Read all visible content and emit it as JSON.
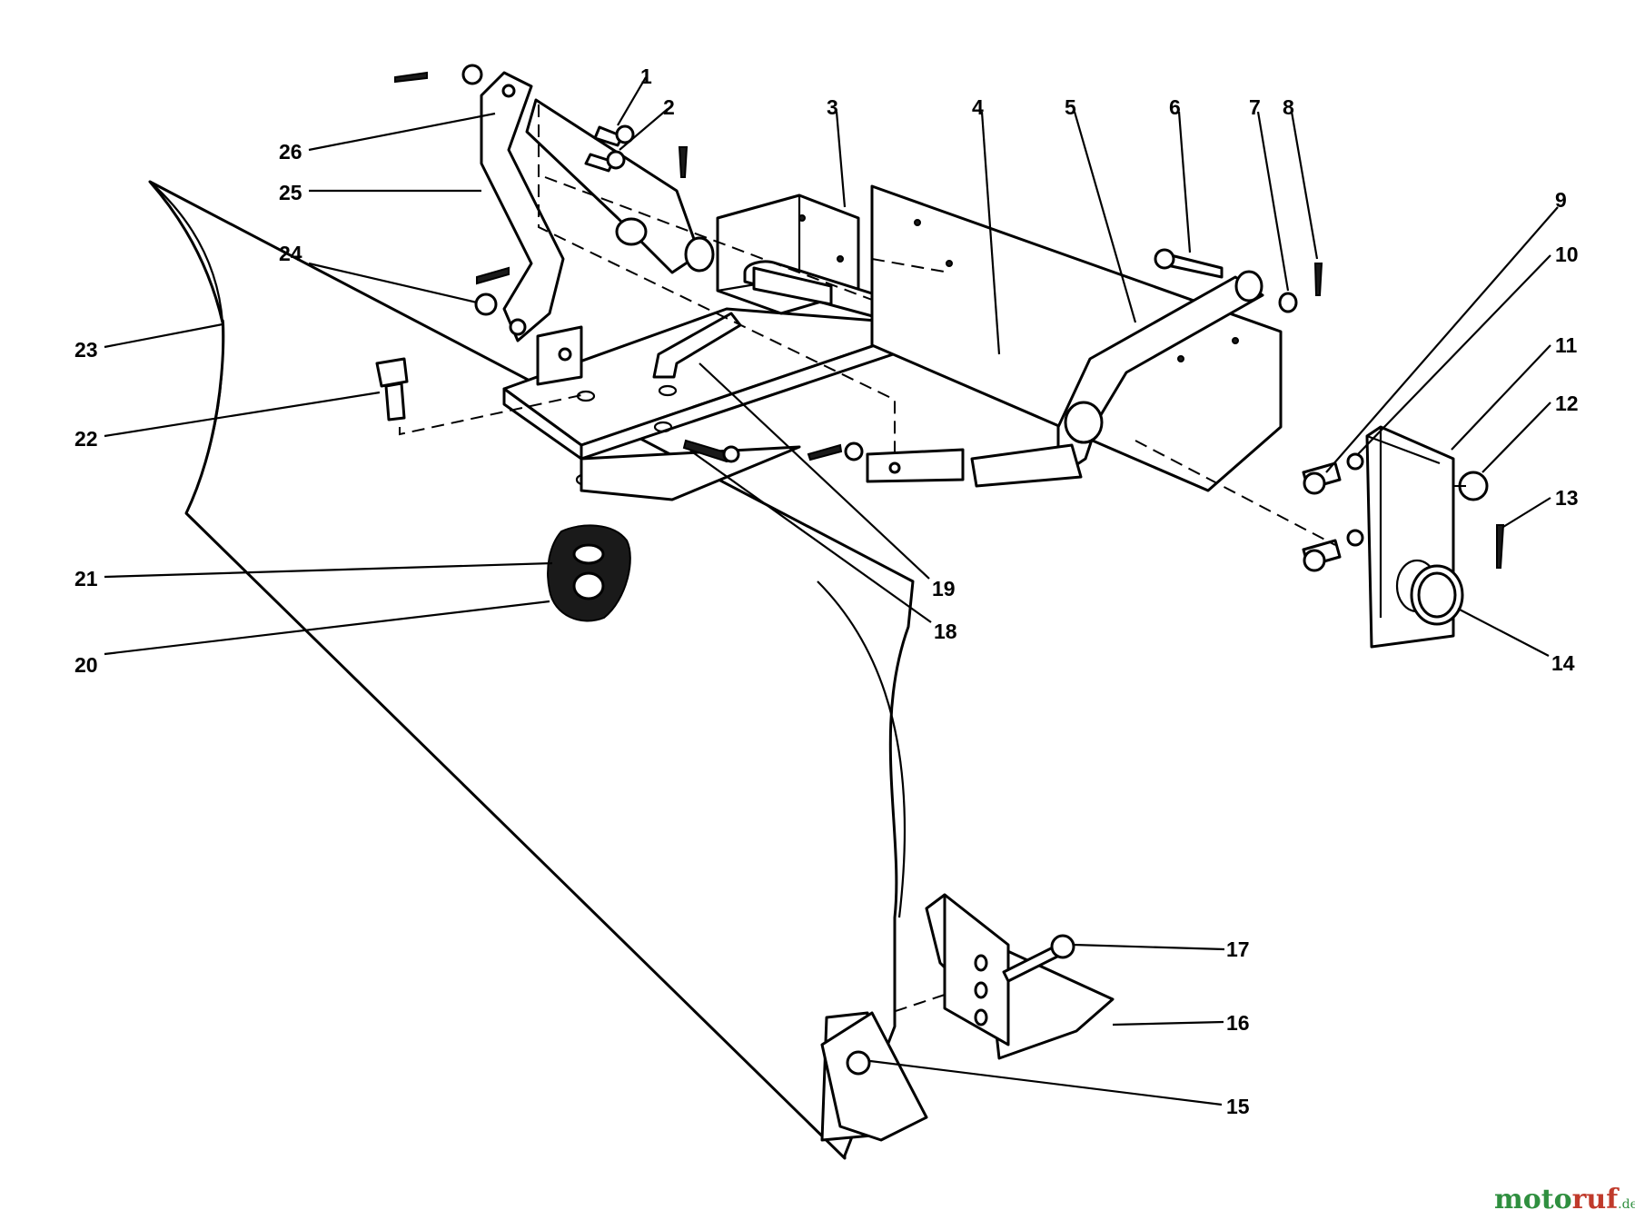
{
  "diagram": {
    "type": "exploded-parts-view",
    "callouts": [
      {
        "id": "1",
        "label": "1"
      },
      {
        "id": "2",
        "label": "2"
      },
      {
        "id": "3",
        "label": "3"
      },
      {
        "id": "4",
        "label": "4"
      },
      {
        "id": "5",
        "label": "5"
      },
      {
        "id": "6",
        "label": "6"
      },
      {
        "id": "7",
        "label": "7"
      },
      {
        "id": "8",
        "label": "8"
      },
      {
        "id": "9",
        "label": "9"
      },
      {
        "id": "10",
        "label": "10"
      },
      {
        "id": "11",
        "label": "11"
      },
      {
        "id": "12",
        "label": "12"
      },
      {
        "id": "13",
        "label": "13"
      },
      {
        "id": "14",
        "label": "14"
      },
      {
        "id": "15",
        "label": "15"
      },
      {
        "id": "16",
        "label": "16"
      },
      {
        "id": "17",
        "label": "17"
      },
      {
        "id": "18",
        "label": "18"
      },
      {
        "id": "19",
        "label": "19"
      },
      {
        "id": "20",
        "label": "20"
      },
      {
        "id": "21",
        "label": "21"
      },
      {
        "id": "22",
        "label": "22"
      },
      {
        "id": "23",
        "label": "23"
      },
      {
        "id": "24",
        "label": "24"
      },
      {
        "id": "25",
        "label": "25"
      },
      {
        "id": "26",
        "label": "26"
      }
    ]
  },
  "watermark": {
    "part1": "moto",
    "part2": "ruf",
    "suffix": ".de",
    "colors": {
      "green": "#2f8f3f",
      "red": "#c03a2b"
    }
  }
}
